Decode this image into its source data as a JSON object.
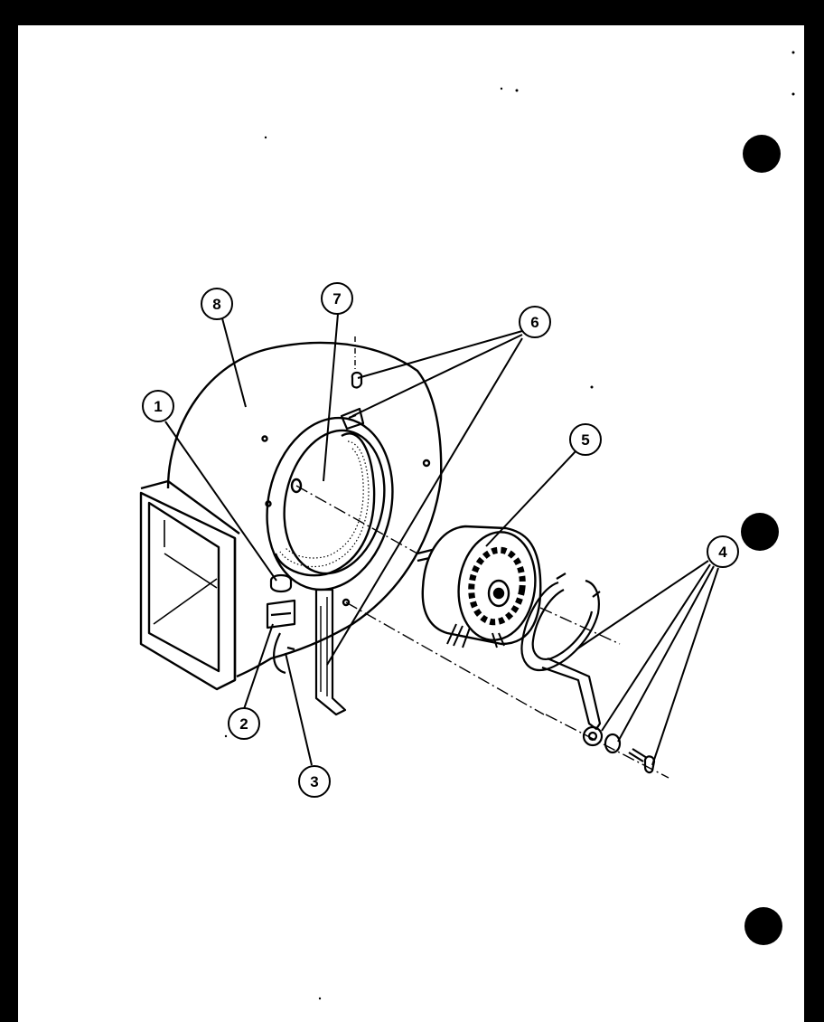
{
  "colors": {
    "ink": "#000000",
    "paper": "#ffffff",
    "border": "#000000"
  },
  "callouts": {
    "c1": "1",
    "c2": "2",
    "c3": "3",
    "c4": "4",
    "c5": "5",
    "c6": "6",
    "c7": "7",
    "c8": "8"
  }
}
